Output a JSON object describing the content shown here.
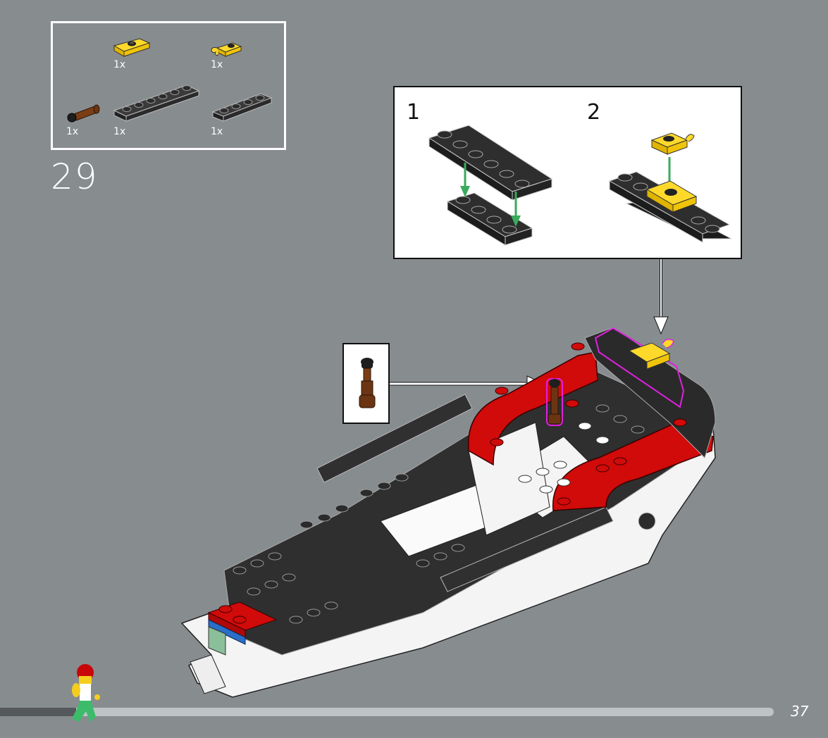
{
  "page": {
    "step_number": "29",
    "page_number": "37",
    "background_color": "#878c8f",
    "progress_percent": 10
  },
  "parts_list": {
    "items": [
      {
        "name": "yellow-plate-1x2-jumper",
        "qty": "1x",
        "color": "#f5cd1e"
      },
      {
        "name": "yellow-plate-1x1-clip",
        "qty": "1x",
        "color": "#f5cd1e"
      },
      {
        "name": "brown-telescope",
        "qty": "1x",
        "color": "#6b3514"
      },
      {
        "name": "black-plate-1x6",
        "qty": "1x",
        "color": "#2b2b2b"
      },
      {
        "name": "black-plate-1x4",
        "qty": "1x",
        "color": "#2b2b2b"
      }
    ]
  },
  "sub_assembly": {
    "steps": [
      {
        "label": "1"
      },
      {
        "label": "2"
      }
    ],
    "arrow_color": "#3aaa5c"
  },
  "callout": {
    "part": "brown-telescope",
    "highlight_color": "#e020e0"
  }
}
